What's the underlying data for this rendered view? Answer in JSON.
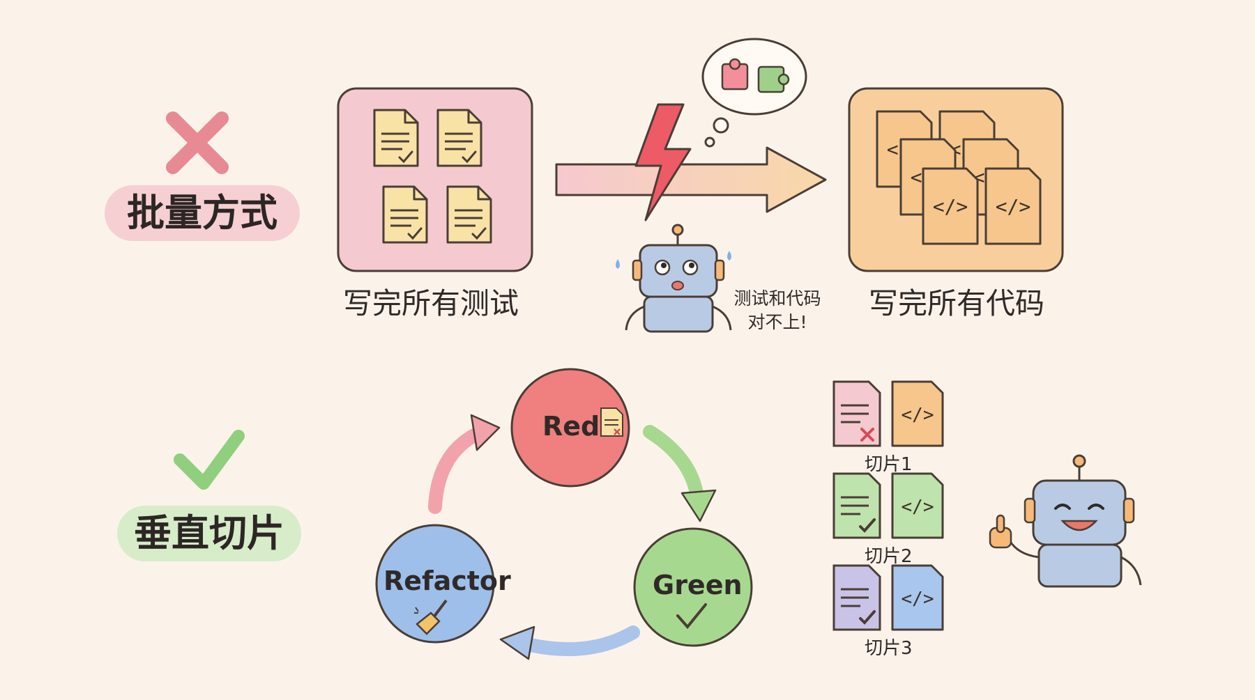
{
  "batch": {
    "label": "批量方式",
    "tests_caption": "写完所有测试",
    "code_caption": "写完所有代码",
    "mismatch_note_1": "测试和代码",
    "mismatch_note_2": "对不上!"
  },
  "vertical": {
    "label": "垂直切片",
    "cycle": {
      "red": "Red",
      "green": "Green",
      "refactor": "Refactor"
    },
    "code_glyph": "</>",
    "slices": [
      "切片1",
      "切片2",
      "切片3"
    ]
  },
  "colors": {
    "bad": "#e88a93",
    "good": "#8fcf7d",
    "red_stage": "#f07f7f",
    "green_stage": "#a7d88f",
    "refactor_stage": "#9ebfea",
    "tests_panel": "#f4c9cf",
    "code_panel": "#f8cf9c",
    "doc_yellow": "#f8e2a6",
    "doc_orange": "#f6c68c"
  }
}
